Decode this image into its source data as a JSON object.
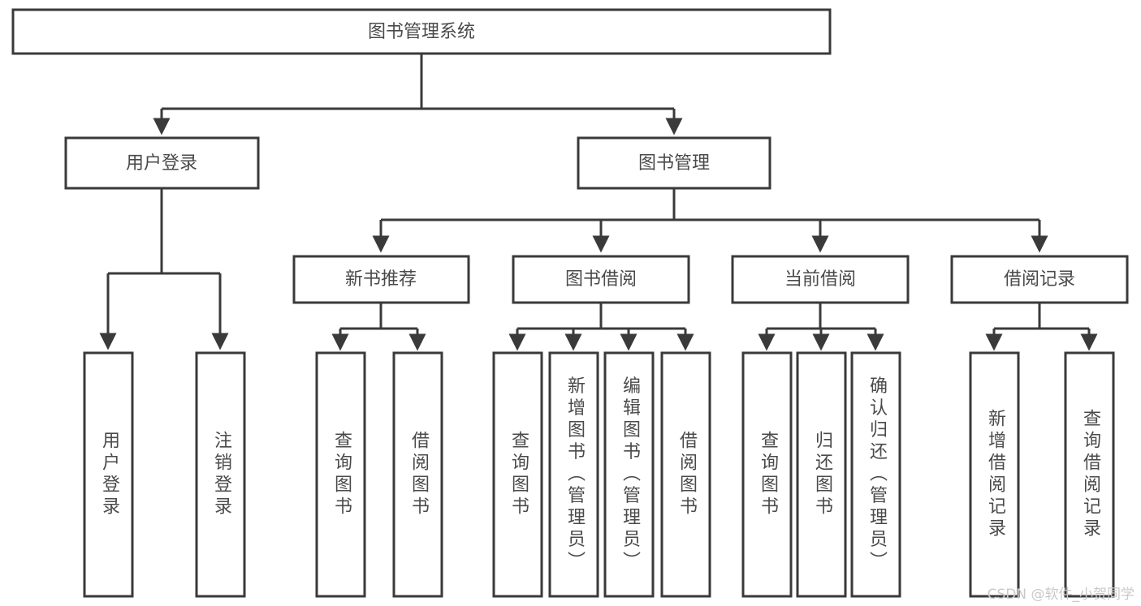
{
  "diagram": {
    "title": "图书管理系统",
    "watermark": "CSDN @软件_小贺同学",
    "colors": {
      "stroke": "#3a3a3a",
      "box_fill": "#ffffff",
      "text": "#4a4a4a",
      "background": "#ffffff",
      "watermark": "#c9c9c9"
    },
    "root": {
      "label": "图书管理系统"
    },
    "level1": [
      {
        "label": "用户登录"
      },
      {
        "label": "图书管理"
      }
    ],
    "level2": [
      {
        "label": "新书推荐"
      },
      {
        "label": "图书借阅"
      },
      {
        "label": "当前借阅"
      },
      {
        "label": "借阅记录"
      }
    ],
    "leaves": {
      "user_login": [
        {
          "label": "用户登录"
        },
        {
          "label": "注销登录"
        }
      ],
      "new_book_recommend": [
        {
          "label": "查询图书"
        },
        {
          "label": "借阅图书"
        }
      ],
      "book_borrow": [
        {
          "label": "查询图书"
        },
        {
          "label": "新增图书（管理员）"
        },
        {
          "label": "编辑图书（管理员）"
        },
        {
          "label": "借阅图书"
        }
      ],
      "current_borrow": [
        {
          "label": "查询图书"
        },
        {
          "label": "归还图书"
        },
        {
          "label": "确认归还（管理员）"
        }
      ],
      "borrow_record": [
        {
          "label": "新增借阅记录"
        },
        {
          "label": "查询借阅记录"
        }
      ]
    }
  }
}
